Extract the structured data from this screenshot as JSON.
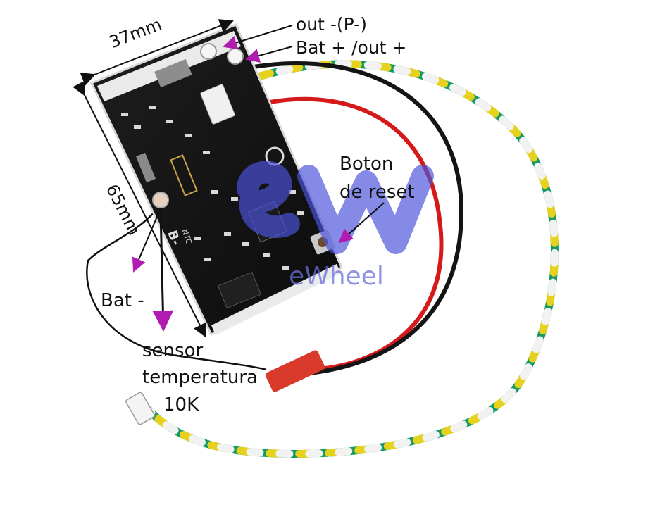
{
  "labels": {
    "width_dim": "37mm",
    "length_dim": "65mm",
    "out_minus": "out -(P-)",
    "bat_plus": "Bat + /out +",
    "reset_line1": "Boton",
    "reset_line2": "de reset",
    "bat_minus": "Bat -",
    "sensor_line1": "sensor",
    "sensor_line2": "temperatura",
    "sensor_line3": "10K"
  },
  "board_marks": {
    "ntc": "NTC",
    "b_minus": "B-"
  },
  "watermark": {
    "brand": "eWheel"
  },
  "colors": {
    "pcb": "#121212",
    "arrow": "#b01bb0",
    "watermark": "#4a52d8",
    "wire_green": "#159a63",
    "wire_yellow": "#e6d21c",
    "wire_white": "#f2f2f2",
    "wire_red": "#d41a1a",
    "wire_black": "#141414",
    "connector_red": "#d93a2c"
  }
}
